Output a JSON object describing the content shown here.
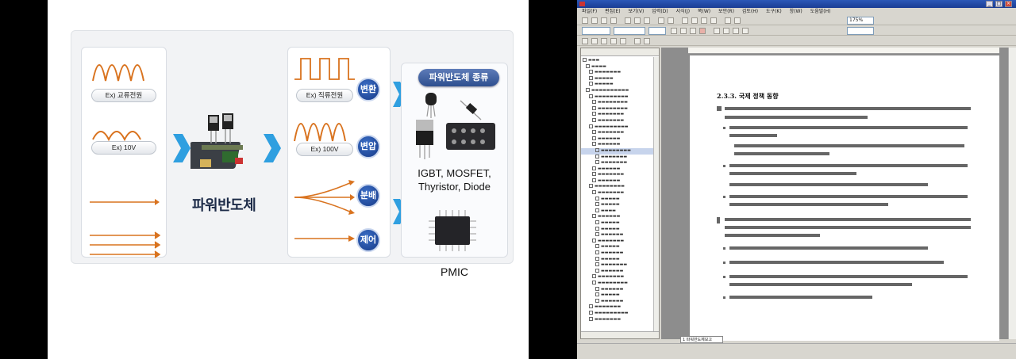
{
  "slide": {
    "input_waves": [
      {
        "label": "Ex) 교류전원"
      },
      {
        "label": "Ex) 10V"
      }
    ],
    "center_title": "파워반도체",
    "output_waves": [
      {
        "label": "Ex) 직류전원"
      },
      {
        "label": "Ex) 100V"
      }
    ],
    "functions": [
      "변환",
      "변압",
      "분배",
      "제어"
    ],
    "types_title": "파워반도체 종류",
    "types_text_lines": [
      "IGBT, MOSFET,",
      "Thyristor, Diode"
    ],
    "pmic_label": "PMIC"
  },
  "colors": {
    "wave": "#d9731f",
    "chevron": "#2f9fe0",
    "circle": "#1f4fa3",
    "types_badge": "#3c5fa3"
  },
  "editor": {
    "menu_items": [
      "파일(F)",
      "편집(E)",
      "보기(V)",
      "입력(D)",
      "서식(J)",
      "쪽(W)",
      "보안(R)",
      "검토(H)",
      "도구(K)",
      "창(W)",
      "도움말(H)"
    ],
    "zoom": "175%",
    "doc_heading": "2.3.3.  국제 정책 동향",
    "page_tab": "1 파워반도체보고"
  },
  "icons": {
    "app": "hwp-app-icon",
    "minimize": "minimize-icon",
    "maximize": "maximize-icon",
    "close": "close-icon"
  }
}
